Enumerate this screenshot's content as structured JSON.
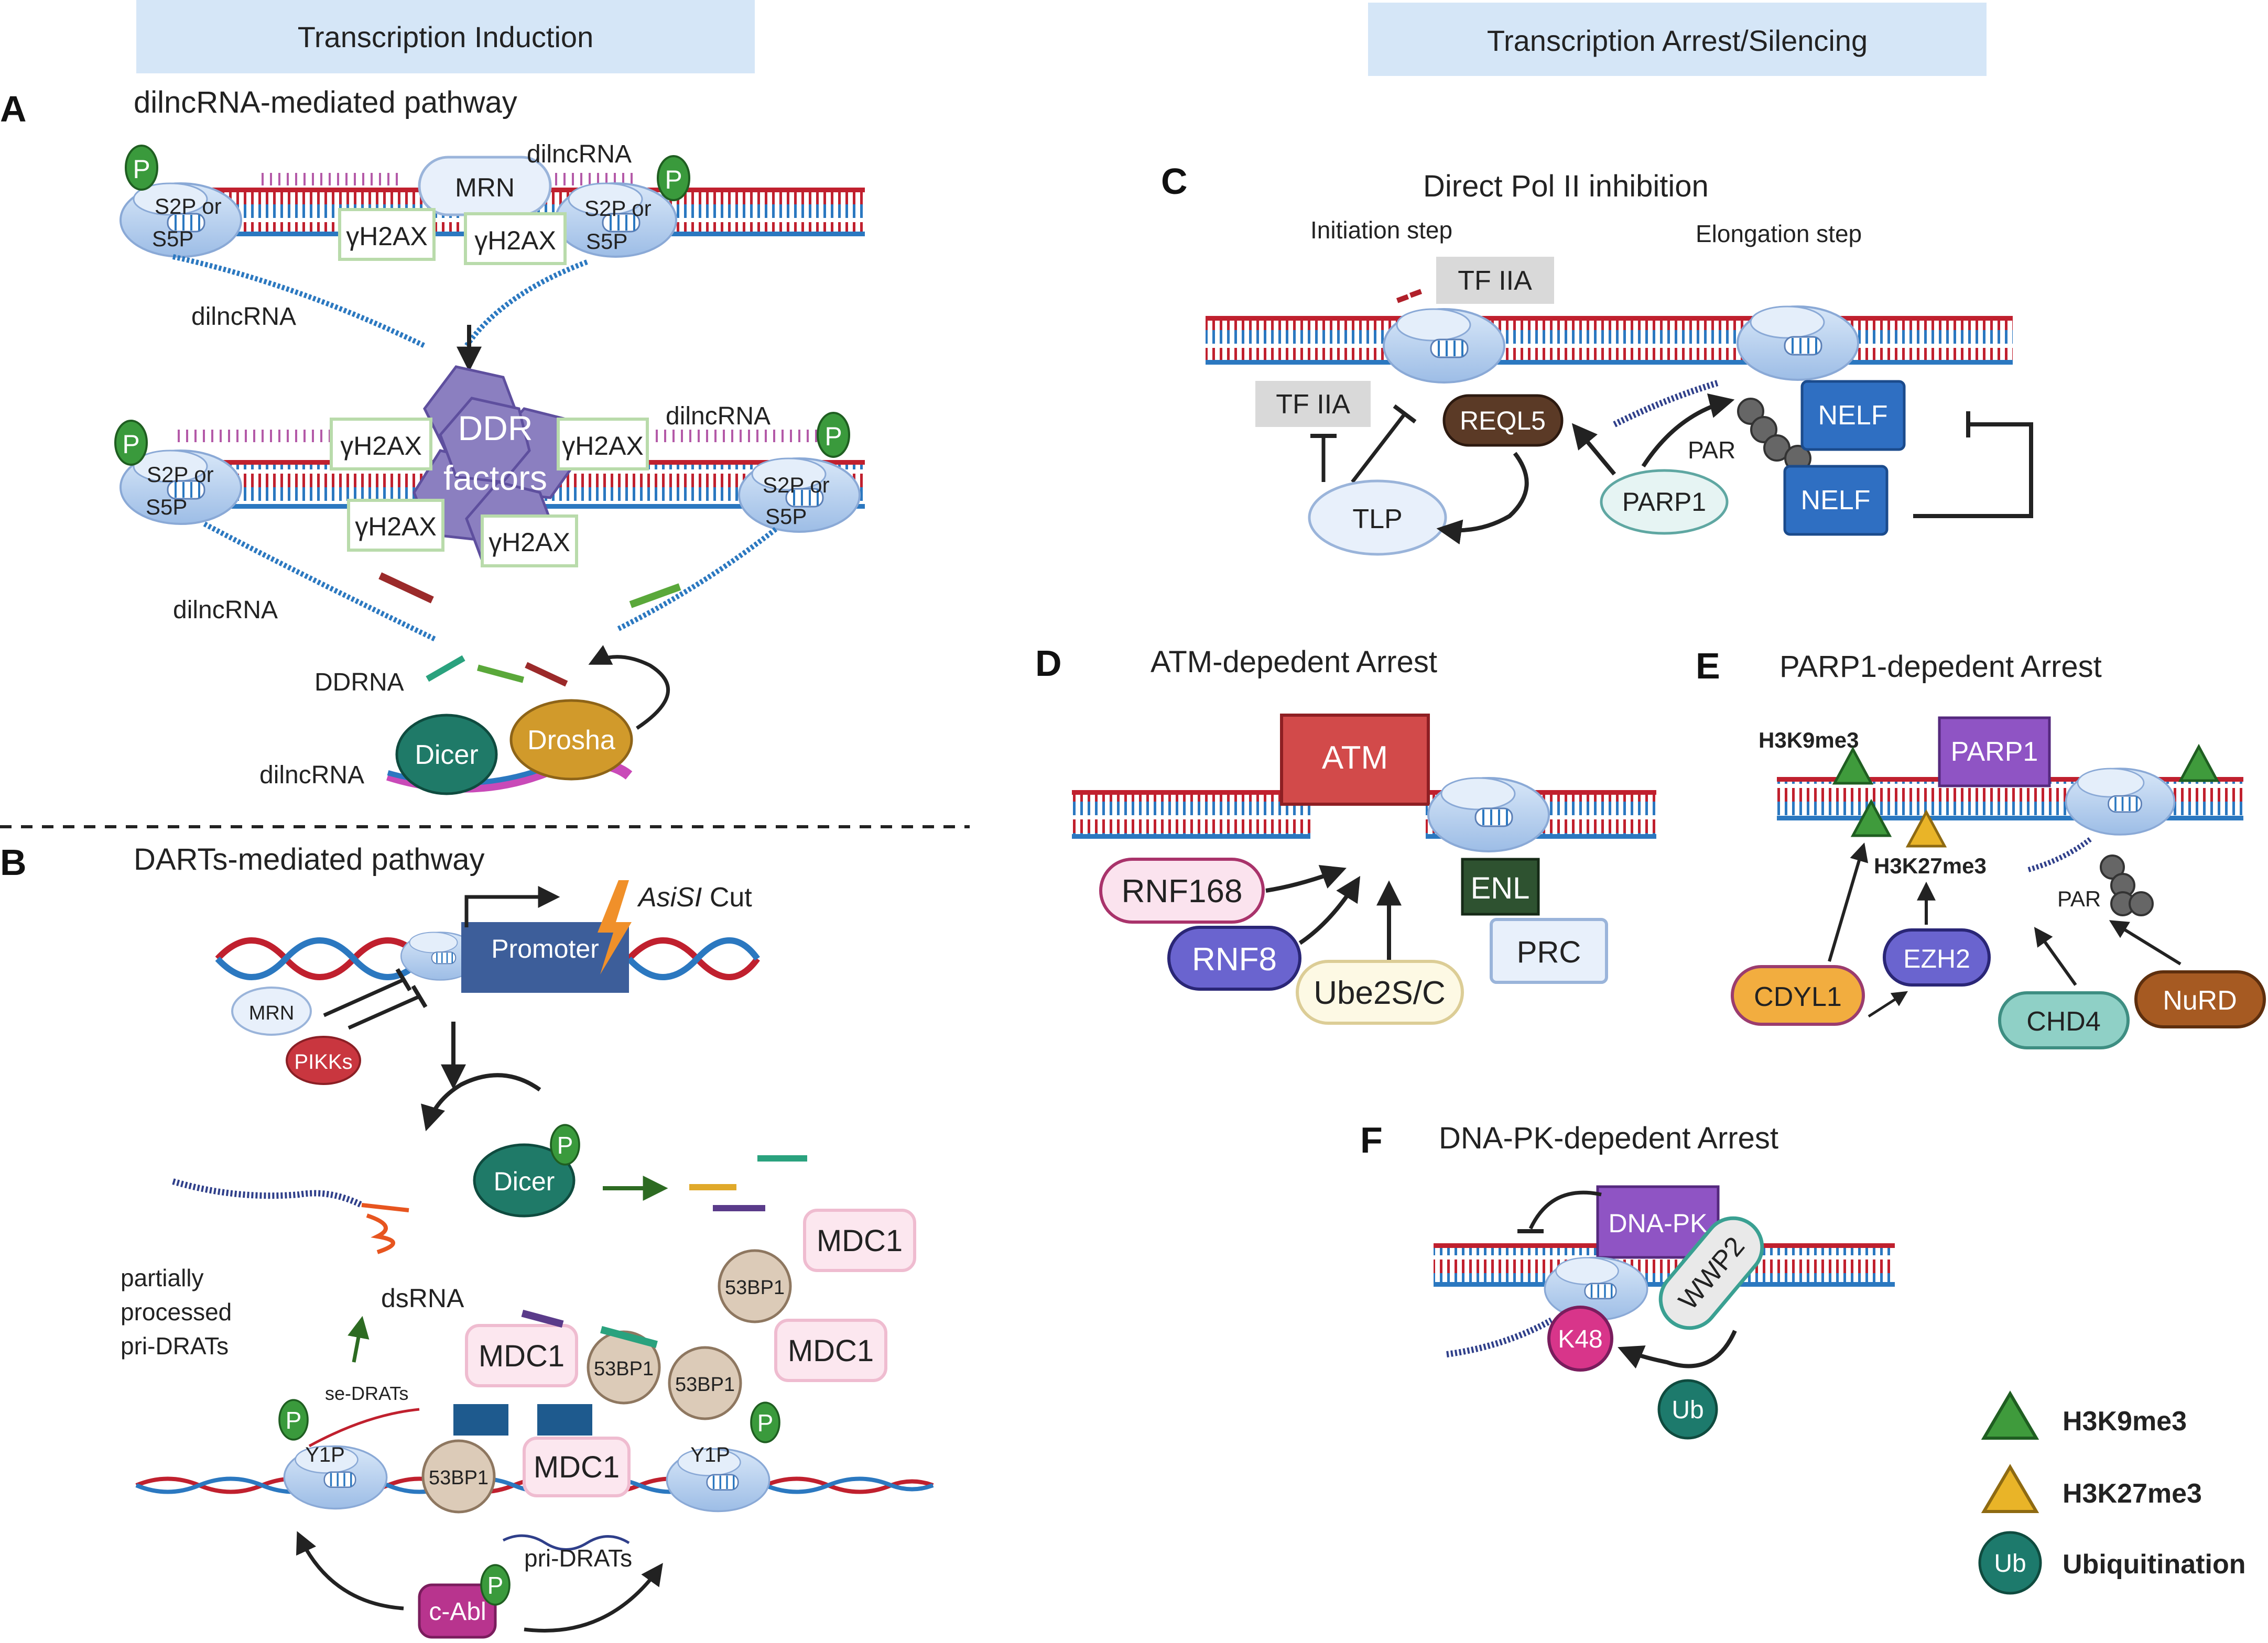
{
  "headers": {
    "left": "Transcription Induction",
    "right": "Transcription Arrest/Silencing"
  },
  "panels": {
    "A": {
      "letter": "A",
      "title": "dilncRNA-mediated pathway",
      "mrn": "MRN",
      "dilncrna": "dilncRNA",
      "pol_label_1": "S2P or",
      "pol_label_2": "S5P",
      "phospho": "P",
      "gh2ax": "γH2AX",
      "ddr_1": "DDR",
      "ddr_2": "factors",
      "ddrna": "DDRNA",
      "dicer": "Dicer",
      "drosha": "Drosha"
    },
    "B": {
      "letter": "B",
      "title": "DARTs-mediated pathway",
      "cut_enzyme": "AsiSI",
      "cut_suffix": " Cut",
      "promoter": "Promoter",
      "mrn": "MRN",
      "pikks": "PIKKs",
      "dicer": "Dicer",
      "phospho": "P",
      "mdc1": "MDC1",
      "bp53": "53BP1",
      "partial_1": "partially",
      "partial_2": "processed",
      "partial_3": "pri-DRATs",
      "dsrna": "dsRNA",
      "se_drats": "se-DRATs",
      "y1p": "Y1P",
      "pri_drats": "pri-DRATs",
      "cabl": "c-Abl"
    },
    "C": {
      "letter": "C",
      "title": "Direct Pol II inhibition",
      "initiation": "Initiation step",
      "elongation": "Elongation step",
      "tf2a": "TF IIA",
      "reql5": "REQL5",
      "tlp": "TLP",
      "parp1": "PARP1",
      "par": "PAR",
      "nelf": "NELF"
    },
    "D": {
      "letter": "D",
      "title": "ATM-depedent Arrest",
      "atm": "ATM",
      "enl": "ENL",
      "prc": "PRC",
      "rnf168": "RNF168",
      "rnf8": "RNF8",
      "ube2s": "Ube2S/C"
    },
    "E": {
      "letter": "E",
      "title": "PARP1-depedent Arrest",
      "h3k9": "H3K9me3",
      "h3k27": "H3K27me3",
      "parp1": "PARP1",
      "par": "PAR",
      "cdyl1": "CDYL1",
      "ezh2": "EZH2",
      "chd4": "CHD4",
      "nurd": "NuRD"
    },
    "F": {
      "letter": "F",
      "title": "DNA-PK-depedent Arrest",
      "dnapk": "DNA-PK",
      "wwp2": "WWP2",
      "k48": "K48",
      "ub": "Ub"
    }
  },
  "legend": {
    "items": [
      {
        "label": "H3K9me3",
        "color": "#3f9b3c"
      },
      {
        "label": "H3K27me3",
        "color": "#e9b428"
      },
      {
        "label": "Ubiquitination",
        "symbol": "Ub",
        "color": "#1d7a6c"
      }
    ]
  },
  "colors": {
    "header_bg": "#d5e6f7",
    "dna_red": "#c0202e",
    "dna_blue": "#2b78c0",
    "pol_fill": "#bcd5f2",
    "phospho": "#3a9a3c",
    "purple": "#8b7fc0",
    "dicer": "#1f7a68",
    "drosha": "#d19a2b"
  }
}
